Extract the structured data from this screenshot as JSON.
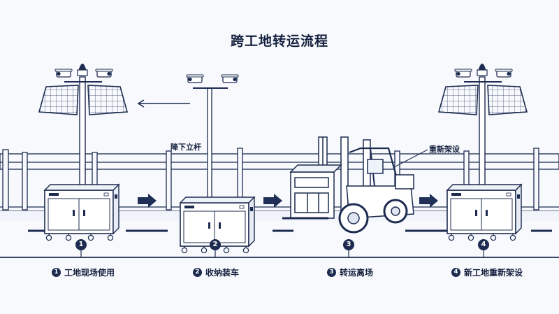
{
  "title": "跨工地转运流程",
  "annotations": {
    "lower_pole": "降下立杆",
    "re_erect": "重新架设"
  },
  "steps": [
    {
      "num": "1",
      "label": "工地现场使用"
    },
    {
      "num": "2",
      "label": "收纳装车"
    },
    {
      "num": "3",
      "label": "转运离场"
    },
    {
      "num": "4",
      "label": "新工地重新架设"
    }
  ],
  "colors": {
    "ink": "#1c2b4f",
    "arrow": "#1f2f57",
    "background": "#f7f9fd",
    "solar_panel": "#dfe8f5"
  },
  "icons": [
    "solar-panel-icon",
    "security-camera-icon",
    "warning-light-icon",
    "forklift-icon",
    "cabinet-icon",
    "arrow-right-icon"
  ]
}
